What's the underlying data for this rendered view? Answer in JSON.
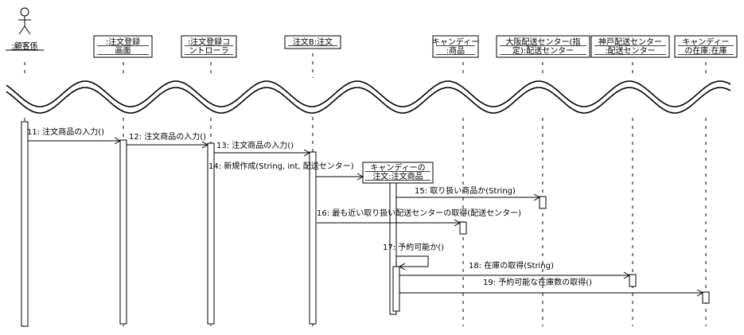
{
  "participants": [
    {
      "id": "customer",
      "lines": [
        ":顧客係"
      ],
      "actor": true
    },
    {
      "id": "form",
      "lines": [
        ":注文登録",
        "画面"
      ]
    },
    {
      "id": "ctrl",
      "lines": [
        ":注文登録コ",
        "ントローラ"
      ]
    },
    {
      "id": "orderB",
      "lines": [
        "注文B:注文"
      ]
    },
    {
      "id": "candy",
      "lines": [
        "キャンディー",
        ":商品"
      ]
    },
    {
      "id": "osaka",
      "lines": [
        "大阪配送センター(指",
        "定):配送センター"
      ]
    },
    {
      "id": "kobe",
      "lines": [
        "神戸配送センター",
        ":配送センター"
      ]
    },
    {
      "id": "stock",
      "lines": [
        "キャンディー",
        "の在庫:在庫"
      ]
    }
  ],
  "created_object": {
    "lines": [
      "キャンディーの",
      "注文:注文商品"
    ]
  },
  "messages": [
    {
      "n": "11",
      "text": "注文商品の入力()"
    },
    {
      "n": "12",
      "text": "注文商品の入力()"
    },
    {
      "n": "13",
      "text": "注文商品の入力()"
    },
    {
      "n": "14",
      "text": "新規作成(String, int, 配送センター)"
    },
    {
      "n": "15",
      "text": "取り扱い商品か(String)"
    },
    {
      "n": "16",
      "text": "最も近い取り扱い配送センターの取得(配送センター)"
    },
    {
      "n": "17",
      "text": "予約可能か()"
    },
    {
      "n": "18",
      "text": "在庫の取得(String)"
    },
    {
      "n": "19",
      "text": "予約可能な在庫数の取得()"
    }
  ]
}
